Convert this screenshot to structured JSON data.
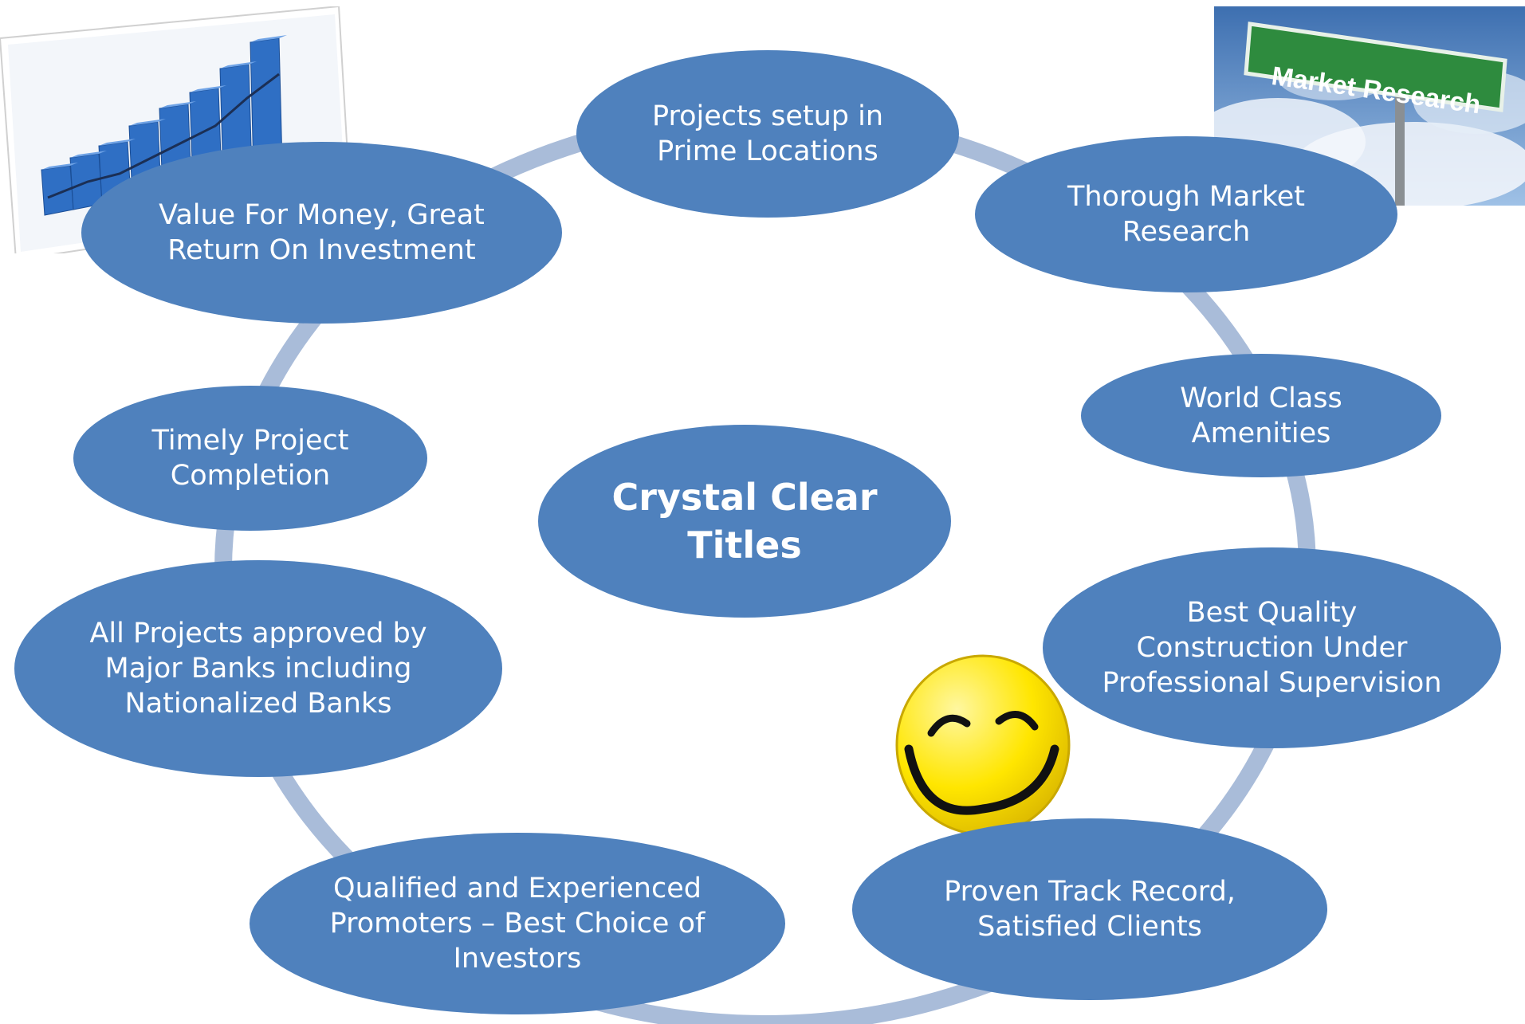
{
  "diagram": {
    "center": {
      "label": "Crystal Clear\nTitles"
    },
    "nodes": [
      {
        "id": "prime-locations",
        "label": "Projects setup in\nPrime Locations"
      },
      {
        "id": "market-research",
        "label": "Thorough Market\nResearch"
      },
      {
        "id": "amenities",
        "label": "World Class\nAmenities"
      },
      {
        "id": "construction",
        "label": "Best Quality\nConstruction Under\nProfessional Supervision"
      },
      {
        "id": "track-record",
        "label": "Proven Track Record,\nSatisfied Clients"
      },
      {
        "id": "promoters",
        "label": "Qualified and Experienced\nPromoters – Best Choice of\nInvestors"
      },
      {
        "id": "bank-approval",
        "label": "All Projects approved by\nMajor Banks including\nNationalized Banks"
      },
      {
        "id": "timely-completion",
        "label": "Timely Project\nCompletion"
      },
      {
        "id": "value-for-money",
        "label": "Value For Money, Great\nReturn On Investment"
      }
    ]
  },
  "images": {
    "growth_chart": {
      "icon": "bar-growth-chart-icon"
    },
    "market_research_sign": {
      "icon": "road-sign-icon",
      "text": "Market Research"
    },
    "smiley": {
      "icon": "smiley-face-icon"
    }
  },
  "colors": {
    "node_fill": "#4f81bd",
    "ring": "#a9bcd9",
    "text": "#ffffff",
    "sign_green": "#2e8b3e",
    "smiley_yellow": "#ffe600"
  }
}
